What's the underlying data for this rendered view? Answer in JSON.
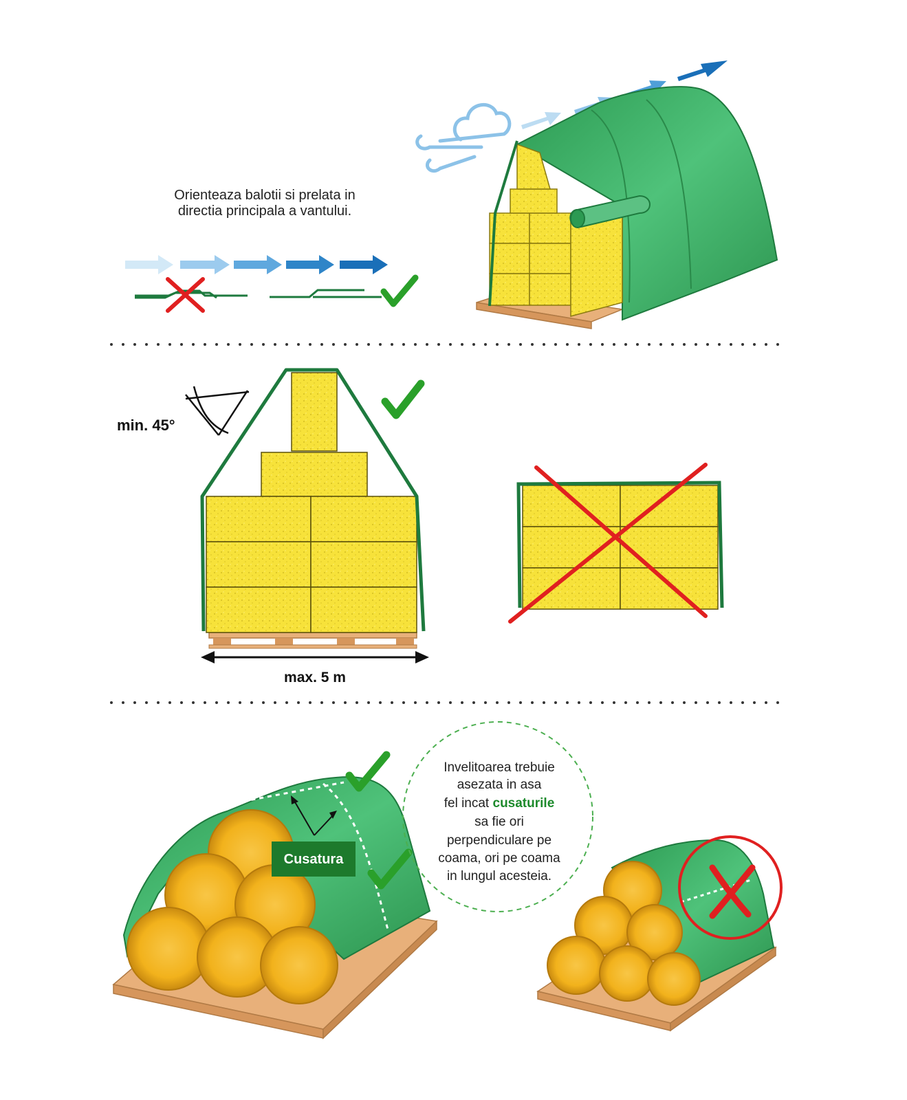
{
  "section1": {
    "instruction_line1": "Orienteaza balotii si prelata in",
    "instruction_line2": "directia principala a vantului."
  },
  "section2": {
    "angle_label": "min. 45°",
    "width_label": "max. 5 m"
  },
  "section3": {
    "seam_label": "Cusatura",
    "note_lines": [
      "Invelitoarea trebuie",
      "asezata in asa",
      "sa fie ori",
      "perpendiculare pe",
      "coama, ori pe coama",
      "in lungul acesteia."
    ],
    "note_line3_prefix": "fel incat ",
    "note_highlight": "cusaturile"
  },
  "colors": {
    "tarp_green": "#3fb36a",
    "tarp_dark": "#1e7a3e",
    "hay_yellow": "#f7e23a",
    "round_bale_orange": "#f2b21c",
    "pallet_wood": "#e8b07a",
    "check_green": "#2aa02a",
    "cross_red": "#e02020",
    "wind_blue": "#1a6fb8",
    "label_bg_green": "#1d7a2c",
    "highlight_green": "#1d8a2c"
  },
  "icons": [
    "wind-cloud-icon",
    "wind-arrow-icon",
    "check-mark-icon",
    "cross-mark-icon",
    "angle-icon",
    "double-arrow-icon"
  ]
}
